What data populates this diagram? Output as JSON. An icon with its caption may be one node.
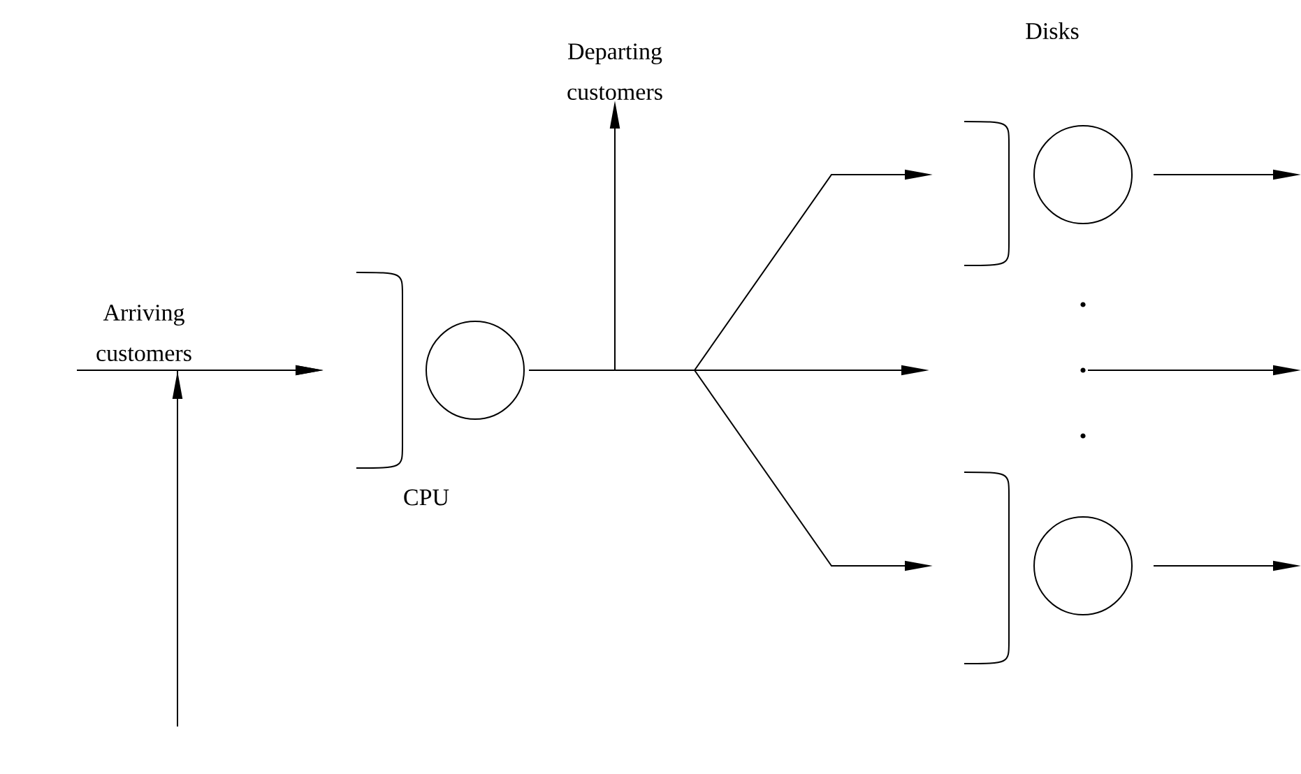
{
  "diagram": {
    "nodes": [
      {
        "text": [
          "Arriving customers"
        ]
      },
      {
        "text": [],
        "shape": "queue",
        "beside": [
          "CPU"
        ]
      },
      {
        "text": [
          "Departing customers"
        ]
      },
      {
        "text": [],
        "shape": "queue"
      },
      {
        "text": [],
        "shape": "dots"
      },
      {
        "text": [],
        "shape": "queue"
      }
    ],
    "edges": [
      {
        "from": 0,
        "to": 1,
        "arrow": "to"
      },
      {
        "from": null,
        "to": 1,
        "arrow": "to"
      },
      {
        "from": 1,
        "to": 2,
        "arrow": "to"
      },
      {
        "from": 1,
        "to": 3,
        "arrow": "to"
      },
      {
        "from": 1,
        "to": null,
        "arrow": "to"
      },
      {
        "from": 1,
        "to": 5,
        "arrow": "to"
      },
      {
        "from": 3,
        "to": null,
        "arrow": "to"
      },
      {
        "from": 4,
        "to": null,
        "arrow": "to"
      },
      {
        "from": 5,
        "to": null,
        "arrow": "to"
      }
    ],
    "labels": [
      "Disks"
    ]
  }
}
